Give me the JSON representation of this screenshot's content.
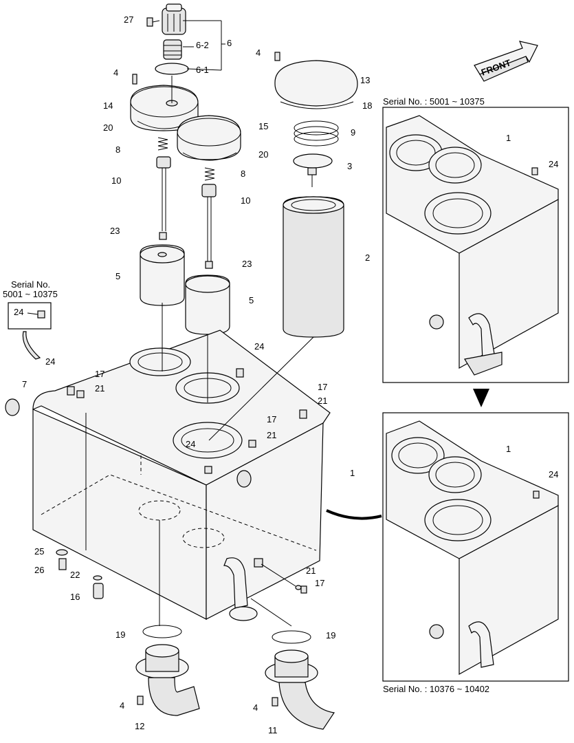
{
  "front_label": "FRONT",
  "inset_top": {
    "caption": "Serial No. : 5001 ~ 10375"
  },
  "inset_bottom": {
    "caption": "Serial No. : 10376 ~ 10402"
  },
  "inset_small": {
    "line1": "Serial No.",
    "line2": "5001 ~ 10375",
    "part": "24"
  },
  "callouts": {
    "c27": "27",
    "c6": "6",
    "c62": "6-2",
    "c61": "6-1",
    "c4a": "4",
    "c14": "14",
    "c20a": "20",
    "c8a": "8",
    "c10a": "10",
    "c23a": "23",
    "c5a": "5",
    "c15": "15",
    "c20b": "20",
    "c8b": "8",
    "c10b": "10",
    "c23b": "23",
    "c5b": "5",
    "c4b": "4",
    "c13": "13",
    "c18": "18",
    "c9": "9",
    "c3": "3",
    "c2": "2",
    "c24a": "24",
    "c24b": "24",
    "c24c": "24",
    "c17a": "17",
    "c21a": "21",
    "c7": "7",
    "c17b": "17",
    "c21b": "21",
    "c17c": "17",
    "c21c": "21",
    "c1": "1",
    "c25": "25",
    "c26": "26",
    "c22": "22",
    "c16": "16",
    "c21d": "21",
    "c17d": "17",
    "c19a": "19",
    "c19b": "19",
    "c4c": "4",
    "c12": "12",
    "c4d": "4",
    "c11": "11",
    "i1a": "1",
    "i24a": "24",
    "i1b": "1",
    "i24b": "24"
  }
}
